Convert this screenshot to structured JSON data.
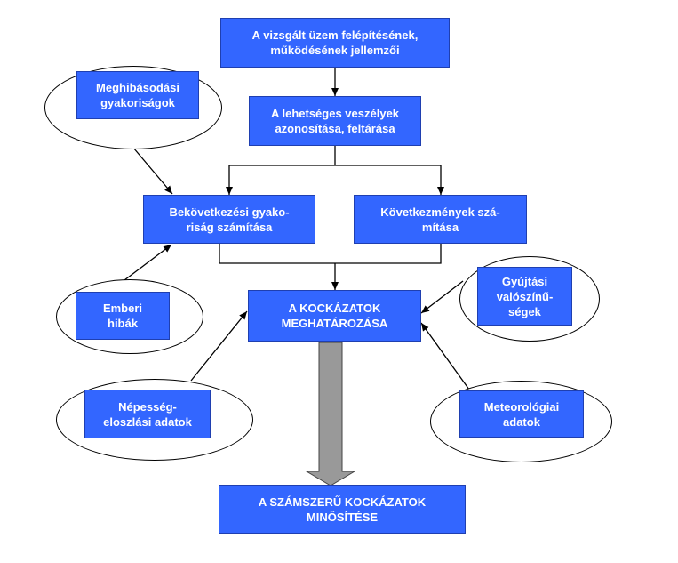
{
  "colors": {
    "box_fill": "#3366ff",
    "box_text": "#ffffff",
    "line": "#000000",
    "big_arrow": "#999999"
  },
  "boxes": {
    "plant": "A vizsgált üzem felépítésének,\nműködésének jellemzői",
    "hazards": "A lehetséges veszélyek\nazonosítása, feltárása",
    "frequency": "Bekövetkezési gyako-\nriság számítása",
    "consequences": "Következmények szá-\nmítása",
    "risks": "A KOCKÁZATOK\nMEGHATÁROZÁSA",
    "qualification": "A SZÁMSZERŰ KOCKÁZATOK\nMINŐSÍTÉSE"
  },
  "inputs": {
    "failure_rates": "Meghibásodási\ngyakoriságok",
    "human_errors": "Emberi\nhibák",
    "ignition": "Gyújtási\nvalószínű-\nségek",
    "population": "Népesség-\neloszlási adatok",
    "meteo": "Meteorológiai\nadatok"
  }
}
